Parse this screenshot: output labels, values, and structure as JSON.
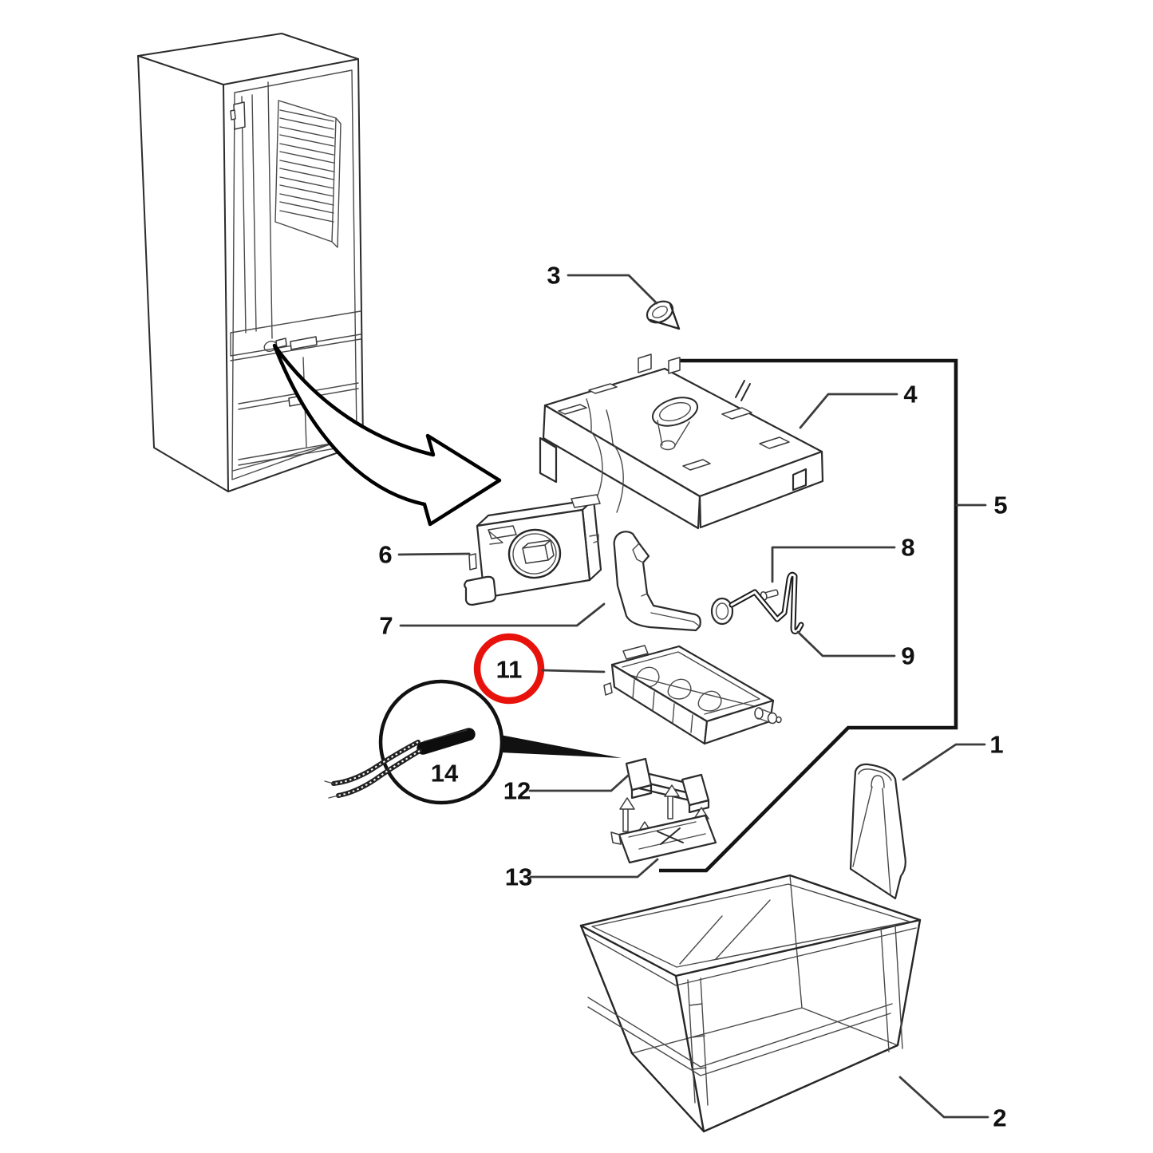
{
  "diagram": {
    "subject": "refrigerator-ice-maker-exploded-parts-diagram",
    "background_color": "#ffffff",
    "line_color": "#2b2b2b",
    "highlight_color": "#e8120c"
  },
  "callouts": {
    "part1": "1",
    "part2": "2",
    "part3": "3",
    "part4": "4",
    "part5": "5",
    "part6": "6",
    "part7": "7",
    "part8": "8",
    "part9": "9",
    "part11": "11",
    "part12": "12",
    "part13": "13",
    "part14": "14"
  },
  "highlight": {
    "circled_callout": "11",
    "ring_color": "#e8120c"
  }
}
